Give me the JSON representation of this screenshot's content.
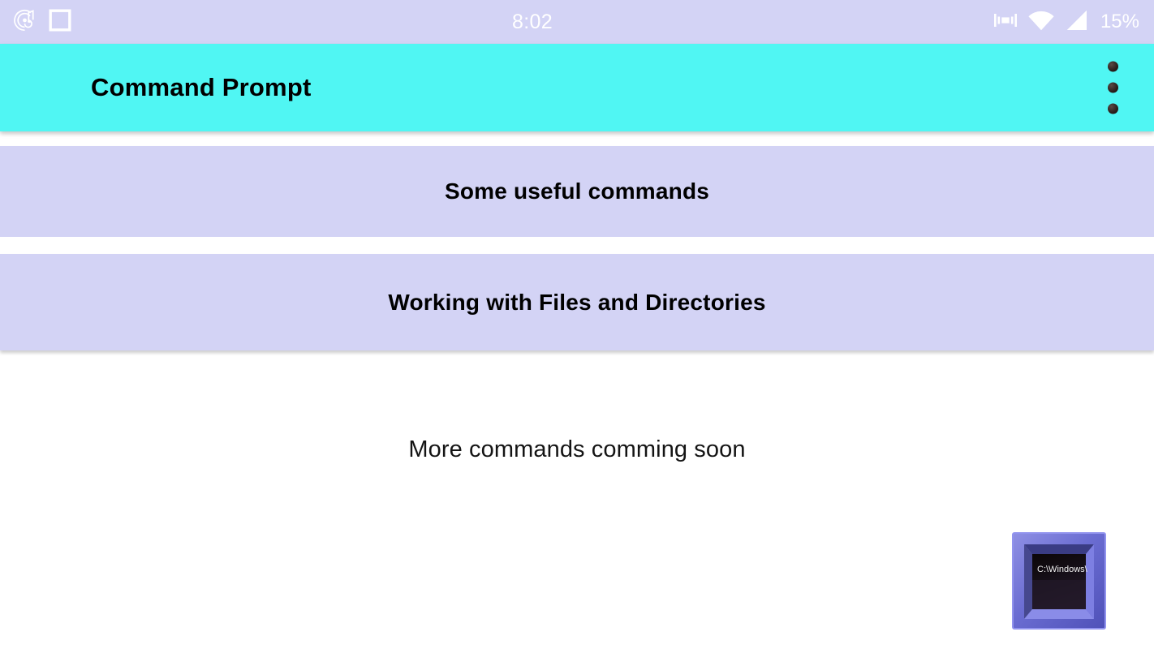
{
  "status_bar": {
    "time": "8:02",
    "battery": "15%",
    "left_icons": [
      {
        "name": "music-disc-icon"
      },
      {
        "name": "square-outline-icon"
      }
    ],
    "right_icons": [
      {
        "name": "vibrate-icon"
      },
      {
        "name": "wifi-icon"
      },
      {
        "name": "cellular-signal-icon"
      }
    ],
    "background_color": "#d3d3f5",
    "text_color": "#ffffff"
  },
  "app_bar": {
    "title": "Command Prompt",
    "background_color": "#50f6f3",
    "title_color": "#000000",
    "overflow_menu_label": "More options"
  },
  "main": {
    "commands": [
      {
        "label": "Some useful commands"
      },
      {
        "label": "Working with Files and Directories"
      }
    ],
    "item_background_color": "#d3d3f5",
    "item_text_color": "#000000",
    "footer_note": "More commands comming soon",
    "background_color": "#ffffff"
  },
  "decoration": {
    "cmd_icon_text": "C:\\Windows\\",
    "cmd_icon_name": "command-prompt-icon",
    "frame_color": "#6d6fd0",
    "screen_color": "#120c10"
  }
}
